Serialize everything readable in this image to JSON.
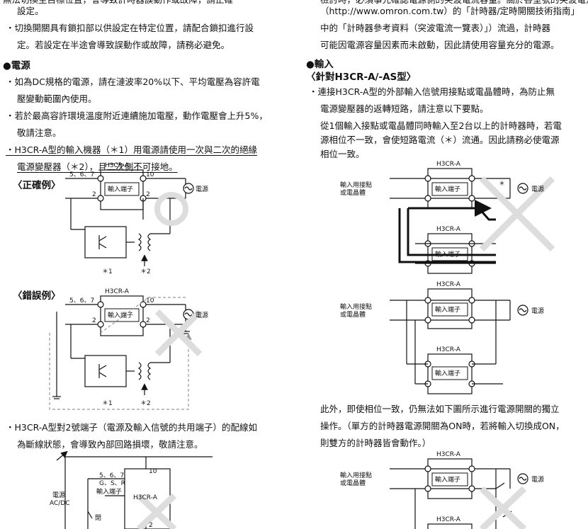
{
  "left": {
    "top_lines": [
      "無法切換至目標位置，會導致計時器誤動作或故障，請正確",
      "設定。",
      "・切換開關具有鎖扣部以供設定在特定位置，請配合鎖扣進行設",
      "定。若設定在半途會導致誤動作或故障，請務必避免。"
    ],
    "power_heading": "●電源",
    "power_lines": [
      "・如為DC規格的電源，請在漣波率20%以下、平均電壓為容許電",
      "壓變動範圍內使用。",
      "・若於最高容許環境溫度附近連續施加電壓，動作電壓會上升5%，",
      "敬請注意。",
      "・H3CR-A型的輸入機器（＊1）用電源請使用一次與二次的絕緣",
      "電源變壓器（＊2），且二次側不可接地。"
    ],
    "correct_label": "〈正確例〉",
    "wrong_label": "〈錯誤例〉",
    "terminal2_lines": [
      "・H3CR-A型對2號端子（電源及輸入信號的共用端子）的配線如",
      "為斷線狀態，會導致內部回路損壞，敬請注意。"
    ],
    "diagram": {
      "model": "H3CR-A",
      "input_terminal": "輸入端子",
      "power": "電源",
      "pin_567": "5、6、7",
      "pin_10": "10",
      "pin_2": "2",
      "mark1": "＊1",
      "mark2": "＊2"
    },
    "bottom_diagram": {
      "pins": "5、6、7",
      "gsr": "G、S、R",
      "input_terminal": "輸入端子",
      "model": "H3CR-A",
      "power_line1": "電源",
      "power_line2": "AC/DC",
      "close": "閉",
      "pin_10": "10",
      "pin_2": "2"
    }
  },
  "right": {
    "top_lines": [
      "檢討時，必須事先確認電源側的突波電流容量。關於各型號的突波電流",
      "（http://www.omron.com.tw）的「計時器/定時開關技術指南」",
      "中的「計時器參考資料（突波電流一覽表）」）流過，計時器",
      "可能因電源容量因素而未啟動，因此請使用容量充分的電源。"
    ],
    "input_heading": "●輸入",
    "model_heading": "〈針對H3CR-A/-AS型〉",
    "input_lines": [
      "・連接H3CR-A型的外部輸入信號用接點或電晶體時，為防止無",
      "電源變壓器的返轉短路，請注意以下要點。",
      "從1個輸入接點或電晶體同時輸入至2台以上的計時器時，若電",
      "源相位不一致，會使短路電流（＊）流通。因此請務必使電源",
      "相位一致。"
    ],
    "also_lines": [
      "此外，即使相位一致，仍無法如下圖所示進行電源開關的獨立",
      "操作。（單方的計時器電源開關為ON時，若將輸入切換成ON，",
      "則雙方的計時器皆會動作。）"
    ],
    "diagram": {
      "model": "H3CR-A",
      "input_terminal": "輸入端子",
      "power": "電源",
      "contact_line1": "輸入用接點",
      "contact_line2": "或電晶體",
      "star": "＊"
    }
  }
}
